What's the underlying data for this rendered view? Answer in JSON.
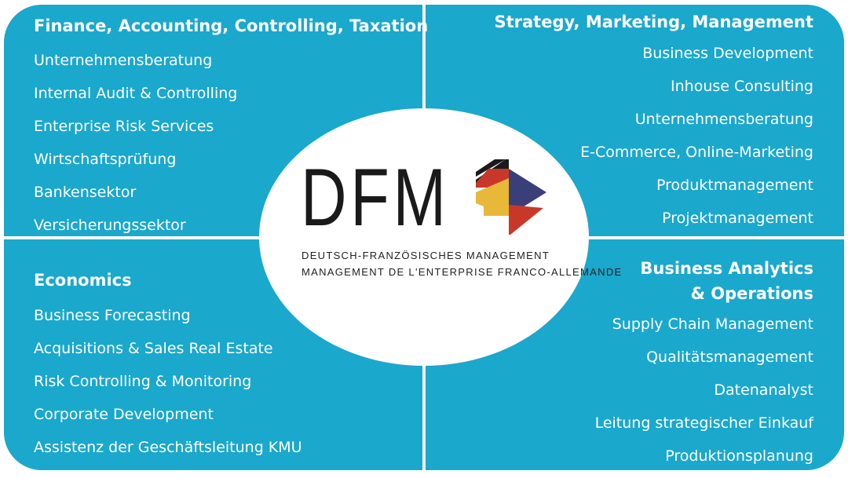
{
  "finance": {
    "title": "Finance, Accounting, Controlling, Taxation",
    "items": [
      "Unternehmensberatung",
      "Internal Audit & Controlling",
      "Enterprise Risk Services",
      "Wirtschaftsprüfung",
      "Bankensektor",
      "Versicherungssektor"
    ]
  },
  "strategy": {
    "title": "Strategy, Marketing, Management",
    "items": [
      "Business Development",
      "Inhouse Consulting",
      "Unternehmensberatung",
      "E-Commerce, Online-Marketing",
      "Produktmanagement",
      "Projektmanagement"
    ]
  },
  "economics": {
    "title": "Economics",
    "items": [
      "Business Forecasting",
      "Acquisitions & Sales Real Estate",
      "Risk Controlling & Monitoring",
      "Corporate Development",
      "Assistenz der Geschäftsleitung KMU"
    ]
  },
  "analytics": {
    "title_line1": "Business Analytics",
    "title_line2": "& Operations",
    "items": [
      "Supply Chain Management",
      "Qualitätsmanagement",
      "Datenanalyst",
      "Leitung strategischer Einkauf",
      "Produktionsplanung"
    ]
  },
  "logo": {
    "letters": "DFM",
    "line1": "DEUTSCH-FRANZÖSISCHES MANAGEMENT",
    "line2": "MANAGEMENT DE L'ENTERPRISE FRANCO-ALLEMANDE",
    "mark_icon": "dfm-flag-chevron-icon"
  },
  "colors": {
    "panel": "#1aa8cc",
    "text": "#ffffff",
    "black": "#1a1a1a",
    "red": "#c8382a",
    "gold": "#e8b839",
    "navy": "#3a3f7a"
  }
}
